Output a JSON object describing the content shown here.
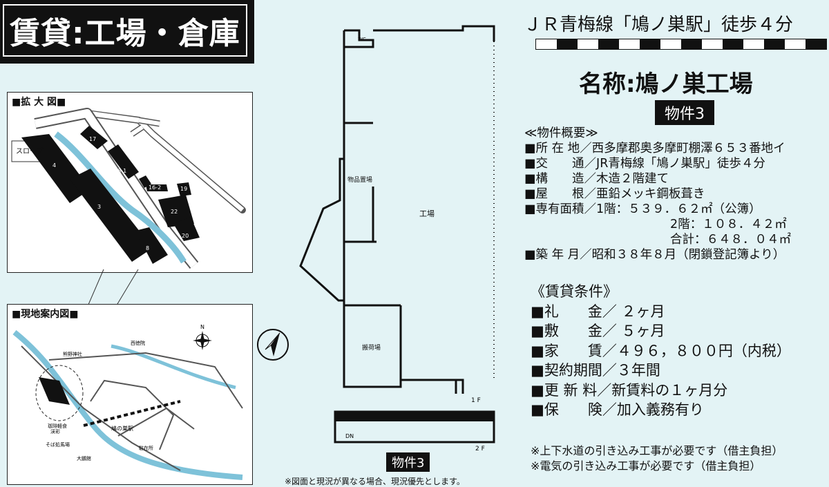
{
  "banner": {
    "title": "賃貸:工場・倉庫"
  },
  "station_line": "ＪＲ青梅線「鳩ノ巣駅」徒歩４分",
  "facility_name": "名称:鳩ノ巣工場",
  "property_badge": "物件3",
  "zoom_map": {
    "label": "■拡 大 図■",
    "slope_label": "スロープ",
    "lots": [
      "17",
      "16-1",
      "16-2",
      "19",
      "4",
      "3",
      "22",
      "20",
      "8"
    ]
  },
  "location_map": {
    "label": "■現地案内図■",
    "places": [
      "熊野神社",
      "西徳院",
      "珈琲軽食",
      "渓彩",
      "鳩の巣駅",
      "そば処馬場",
      "駐在所",
      "大鵬館"
    ],
    "north": "N"
  },
  "floor_plan": {
    "wc": "WC",
    "storage": "物品置場",
    "factory": "工場",
    "loading": "搬荷場",
    "floor1": "1 F",
    "floor2": "2 F",
    "dn": "DN",
    "badge": "物件3",
    "note": "※図面と現況が異なる場合、現況優先とします。"
  },
  "overview": {
    "heading": "≪物件概要≫",
    "lines": [
      "■所 在 地／西多摩郡奥多摩町棚澤６５３番地イ",
      "■交　　通／JR青梅線「鳩ノ巣駅」徒歩４分",
      "■構　　造／木造２階建て",
      "■屋　　根／亜鉛メッキ鋼板葺き",
      "■専有面積／1階：５３９．６２㎡（公簿）",
      "　　　　　  2階：１０８．４２㎡",
      "　　　　　  合計：６４８．０４㎡",
      "■築 年 月／昭和３８年８月（閉鎖登記簿より）"
    ]
  },
  "conditions": {
    "heading": "《賃貸条件》",
    "lines": [
      "■礼　　金／ ２ヶ月",
      "■敷　　金／ ５ヶ月",
      "■家　　賃／４９６，８００円（内税）",
      "■契約期間／３年間",
      "■更 新 料／新賃料の１ヶ月分",
      "■保　　険／加入義務有り"
    ]
  },
  "notes": [
    "※上下水道の引き込み工事が必要です（借主負担）",
    "※電気の引き込み工事が必要です（借主負担）"
  ]
}
